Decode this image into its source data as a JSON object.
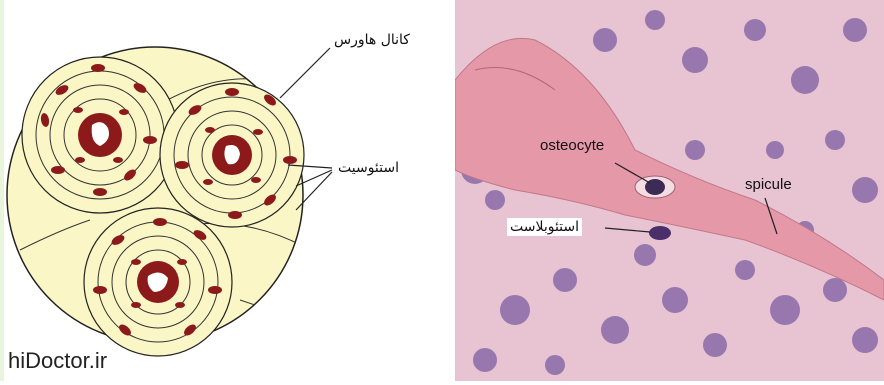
{
  "labels": {
    "haversian_canal": "کانال هاورس",
    "osteocyte_fa": "استئوسیت",
    "osteoblast_fa": "استئوبلاست",
    "osteocyte_en": "osteocyte",
    "spicule_en": "spicule"
  },
  "watermark": "hiDoctor.ir",
  "colors": {
    "canal": "#8c1a1a",
    "matrix": "#fbf6c6",
    "tissue_bg": "#e6c3d2",
    "spicule": "#e59aa8"
  }
}
